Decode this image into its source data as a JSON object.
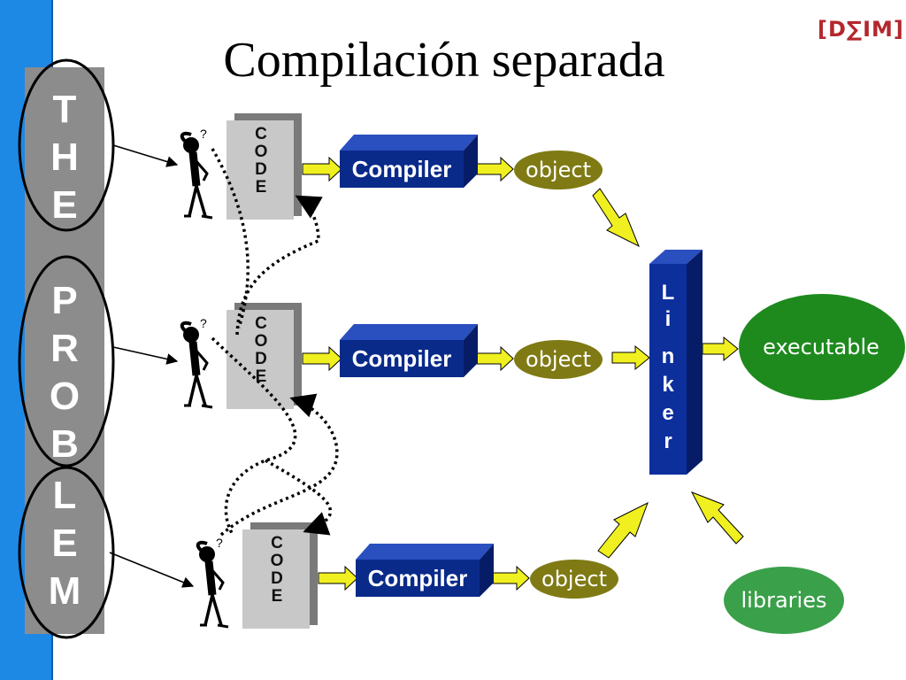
{
  "slide": {
    "title": "Compilación separada",
    "logo_text": "[D∑IM]",
    "problem_letters": [
      "T",
      "H",
      "E",
      "P",
      "R",
      "O",
      "B",
      "L",
      "E",
      "M"
    ],
    "code_letters": [
      "C",
      "O",
      "D",
      "E"
    ],
    "compiler_label": "Compiler",
    "object_label": "object",
    "linker_letters": [
      "L",
      "i",
      "n",
      "k",
      "e",
      "r"
    ],
    "executable_label": "executable",
    "libraries_label": "libraries",
    "question_mark": "?"
  },
  "colors": {
    "blue_bar": "#1e88e5",
    "gray_column": "#8c8c8c",
    "compiler_front": "#0a2a8a",
    "compiler_top": "#2a4fbf",
    "object_oval": "#7f7a14",
    "linker_front": "#0d2f9c",
    "executable_oval": "#1e8a1e",
    "libraries_oval": "#3aa04a",
    "arrow_yellow": "#f0f020",
    "code_box": "#c8c8c8"
  }
}
